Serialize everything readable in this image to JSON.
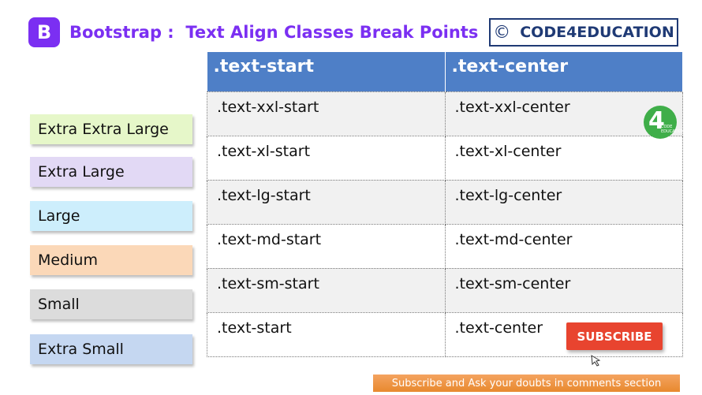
{
  "header": {
    "logo_letter": "B",
    "title": "Bootstrap :  Text Align Classes Break Points",
    "brand_symbol": "©",
    "brand_name": "CODE4EDUCATION"
  },
  "breakpoints": [
    {
      "label": "Extra Extra Large",
      "color": "#e6f7c9"
    },
    {
      "label": "Extra Large",
      "color": "#e2d9f5"
    },
    {
      "label": "Large",
      "color": "#cdeefc"
    },
    {
      "label": "Medium",
      "color": "#fbd8b8"
    },
    {
      "label": "Small",
      "color": "#dcdcdc"
    },
    {
      "label": "Extra Small",
      "color": "#c5d7f1"
    }
  ],
  "table": {
    "headers": [
      ".text-start",
      ".text-center"
    ],
    "rows": [
      [
        ".text-xxl-start",
        ".text-xxl-center"
      ],
      [
        ".text-xl-start",
        ".text-xl-center"
      ],
      [
        ".text-lg-start",
        ".text-lg-center"
      ],
      [
        ".text-md-start",
        ".text-md-center"
      ],
      [
        ".text-sm-start",
        ".text-sm-center"
      ],
      [
        ".text-start",
        ".text-center"
      ]
    ]
  },
  "badge": {
    "digit": "4",
    "text": "CODE EDUCATION"
  },
  "subscribe_label": "SUBSCRIBE",
  "bottom_banner": "Subscribe and Ask your doubts in comments section",
  "colors": {
    "accent": "#7b2ff2",
    "table_header": "#4e7fc7",
    "subscribe": "#e8442f",
    "brand": "#1f3a75"
  }
}
